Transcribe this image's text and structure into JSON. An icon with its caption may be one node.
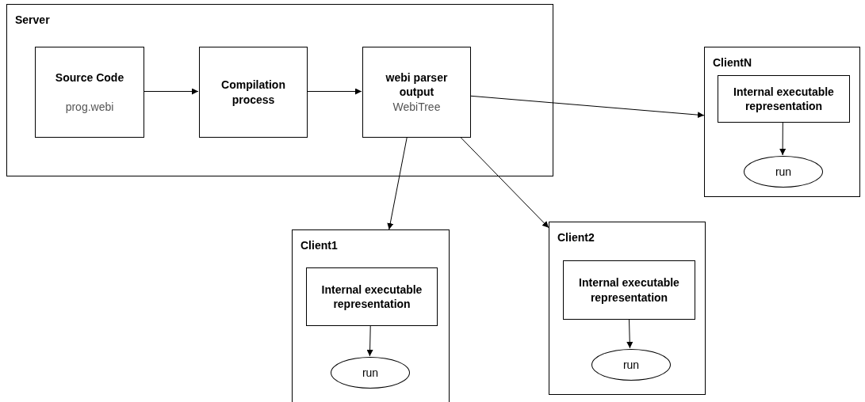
{
  "diagram": {
    "nodes": [
      {
        "text": [
          "Server"
        ]
      },
      {
        "text": [
          "Source Code",
          "prog.webi"
        ],
        "in": 0
      },
      {
        "text": [
          "Compilation process"
        ],
        "in": 0
      },
      {
        "text": [
          "webi parser output",
          "WebiTree"
        ],
        "in": 0
      },
      {
        "text": [
          "ClientN"
        ]
      },
      {
        "text": [
          "Internal executable representation"
        ],
        "in": 4
      },
      {
        "text": [
          "run"
        ],
        "in": 4
      },
      {
        "text": [
          "Client1"
        ]
      },
      {
        "text": [
          "Internal executable representation"
        ],
        "in": 7
      },
      {
        "text": [
          "run"
        ],
        "in": 7
      },
      {
        "text": [
          "Client2"
        ]
      },
      {
        "text": [
          "Internal executable representation"
        ],
        "in": 10
      },
      {
        "text": [
          "run"
        ],
        "in": 10
      }
    ],
    "edges": [
      {
        "from": 1,
        "to": 2,
        "arrow": "to"
      },
      {
        "from": 2,
        "to": 3,
        "arrow": "to"
      },
      {
        "from": 3,
        "to": 4,
        "arrow": "to"
      },
      {
        "from": 3,
        "to": 7,
        "arrow": "to"
      },
      {
        "from": 3,
        "to": 10,
        "arrow": "to"
      },
      {
        "from": 5,
        "to": 6,
        "arrow": "to"
      },
      {
        "from": 8,
        "to": 9,
        "arrow": "to"
      },
      {
        "from": 11,
        "to": 12,
        "arrow": "to"
      }
    ]
  }
}
